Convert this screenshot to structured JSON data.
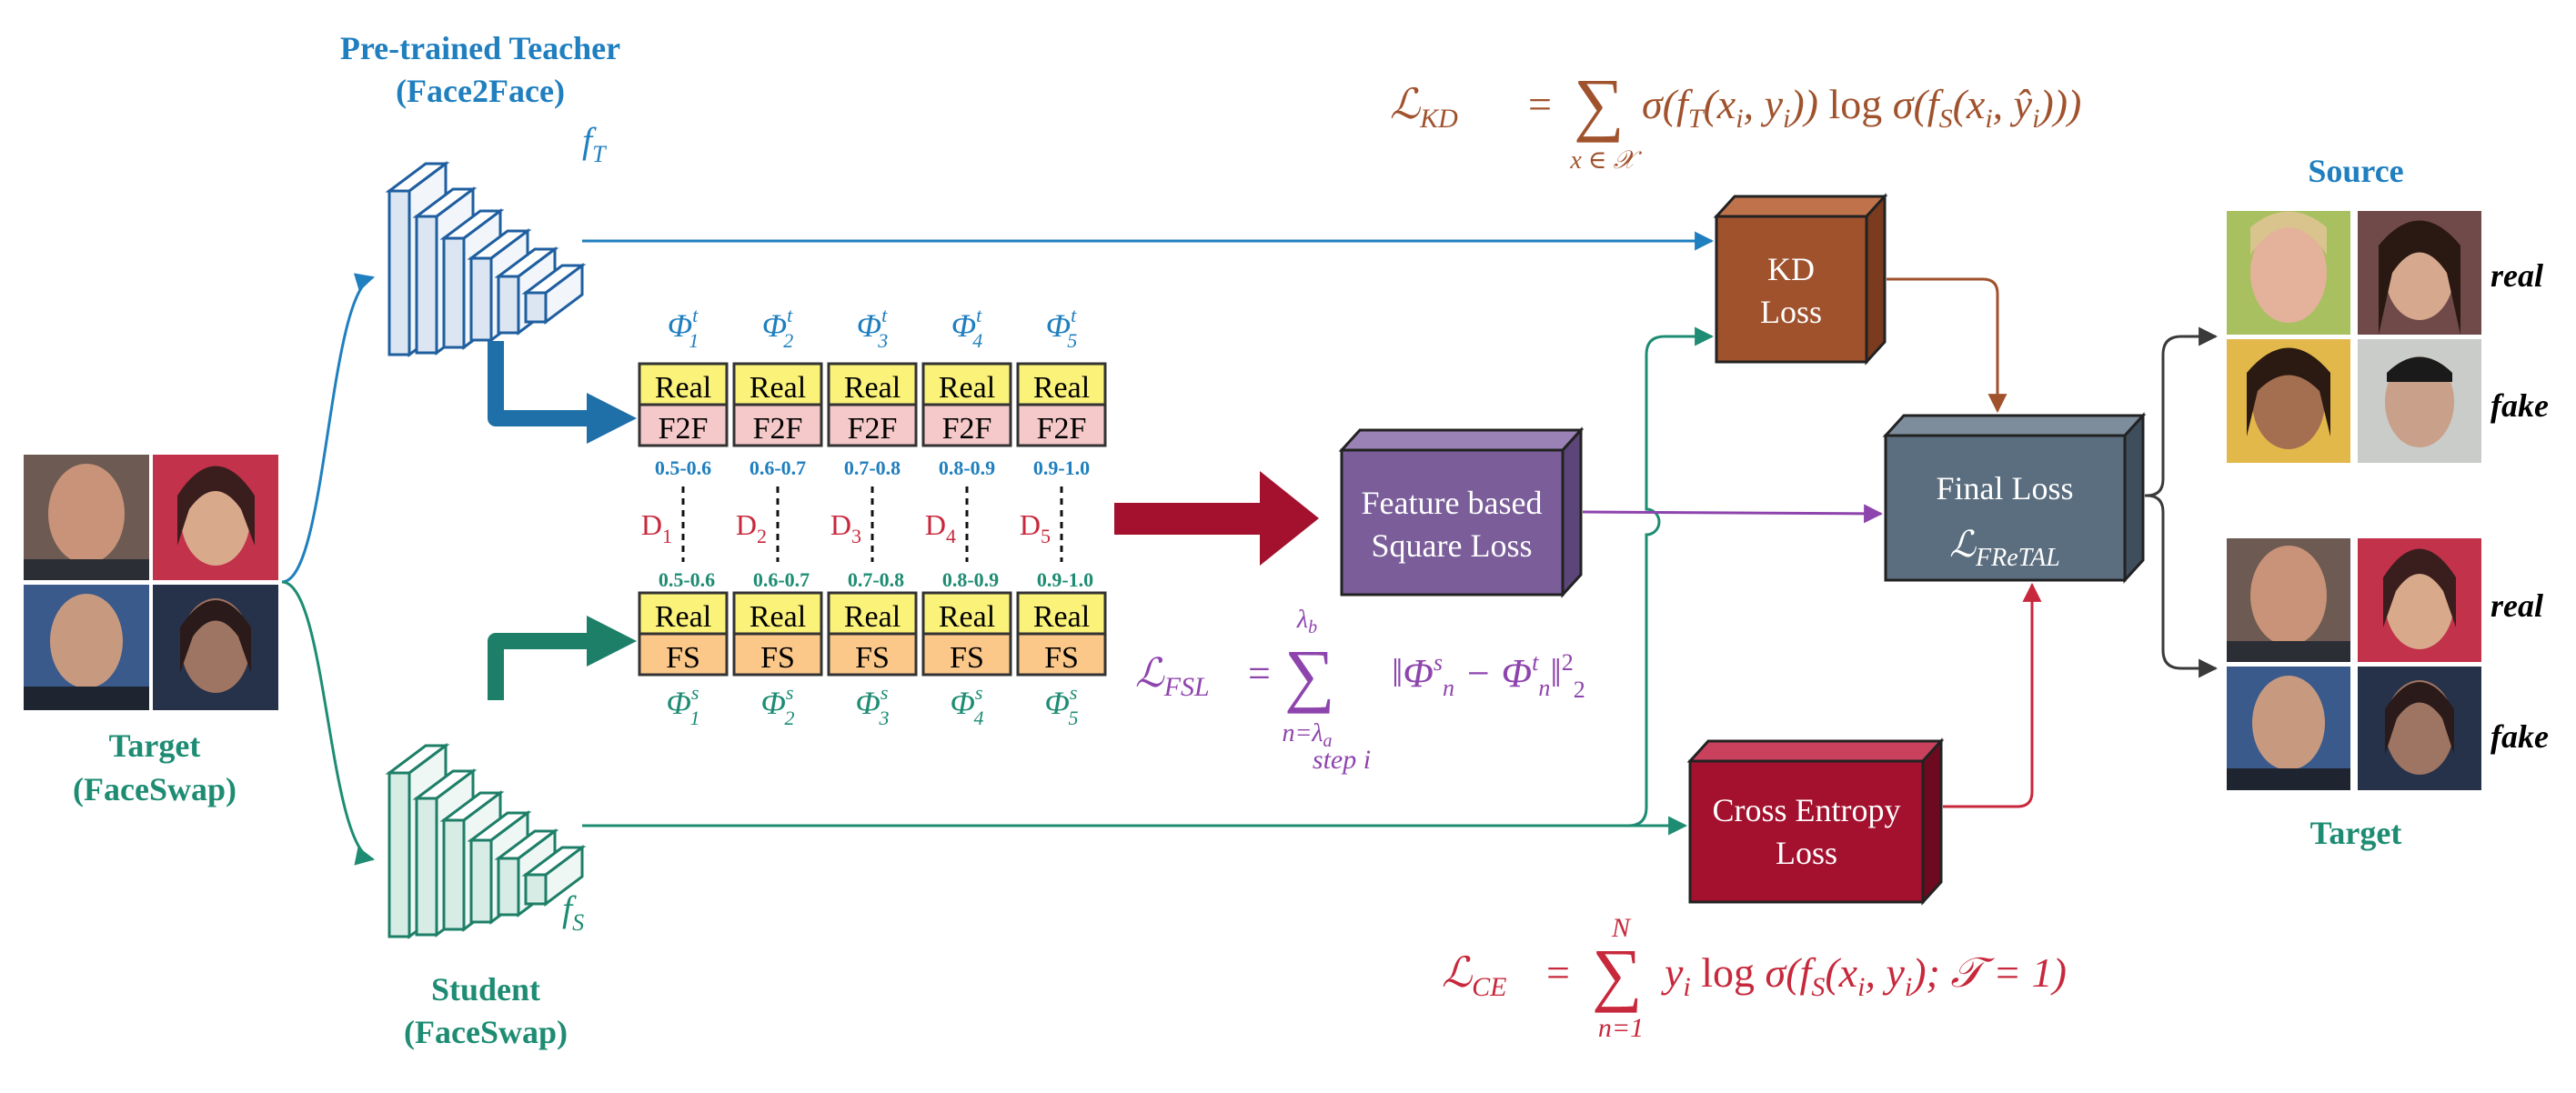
{
  "teacher": {
    "title_line1": "Pre-trained Teacher",
    "title_line2": "(Face2Face)",
    "symbol": "f",
    "subscript": "T"
  },
  "student": {
    "title_line1": "Student",
    "title_line2": "(FaceSwap)",
    "symbol": "f",
    "subscript": "S"
  },
  "target_input": {
    "line1": "Target",
    "line2": "(FaceSwap)"
  },
  "teacher_features": {
    "labels": [
      "1",
      "2",
      "3",
      "4",
      "5"
    ],
    "symbol": "Φ",
    "superscript": "t",
    "top_text": "Real",
    "bottom_text": "F2F",
    "ranges": [
      "0.5-0.6",
      "0.6-0.7",
      "0.7-0.8",
      "0.8-0.9",
      "0.9-1.0"
    ]
  },
  "student_features": {
    "labels": [
      "1",
      "2",
      "3",
      "4",
      "5"
    ],
    "symbol": "Φ",
    "superscript": "s",
    "top_text": "Real",
    "bottom_text": "FS",
    "ranges": [
      "0.5-0.6",
      "0.6-0.7",
      "0.7-0.8",
      "0.8-0.9",
      "0.9-1.0"
    ]
  },
  "distances": {
    "symbol": "D",
    "labels": [
      "1",
      "2",
      "3",
      "4",
      "5"
    ]
  },
  "boxes": {
    "kd": {
      "line1": "KD",
      "line2": "Loss",
      "color": "#a0522d"
    },
    "fsl": {
      "line1": "Feature based",
      "line2": "Square Loss",
      "color": "#7b5e99"
    },
    "final": {
      "line1": "Final Loss",
      "loss_symbol": "ℒ",
      "loss_sub": "FReTAL",
      "color": "#5b6e7f"
    },
    "ce": {
      "line1": "Cross Entropy",
      "line2": "Loss",
      "color": "#a3112e"
    }
  },
  "equations": {
    "kd": {
      "lhs": "ℒ",
      "lhs_sub": "KD",
      "sum_under": "x ∈ 𝒳",
      "body": "σ(f (x , y )) log σ(f (x , ŷ )))"
    },
    "fsl": {
      "lhs": "ℒ",
      "lhs_sub": "FSL",
      "sum_over": "λ",
      "sum_over_sub": "b",
      "sum_under": "n=λ",
      "sum_under_sub": "a",
      "sum_under2": "step i",
      "body": "‖Φ − Φ ‖"
    },
    "ce": {
      "lhs": "ℒ",
      "lhs_sub": "CE",
      "sum_over": "N",
      "sum_under": "n=1",
      "body": "y  log σ(f (x , y ); 𝒯 = 1)"
    }
  },
  "outputs": {
    "source_title": "Source",
    "target_title": "Target",
    "real_label": "real",
    "fake_label": "fake"
  },
  "colors": {
    "teacher_blue": "#1f7fbf",
    "student_green": "#1e8c73",
    "kd_brown": "#a0522d",
    "fsl_purple": "#7b3f8f",
    "ce_red": "#c8283c",
    "real_yellow": "#fbf27a",
    "f2f_pink": "#f5c9c9",
    "fs_orange": "#fbc88a"
  }
}
